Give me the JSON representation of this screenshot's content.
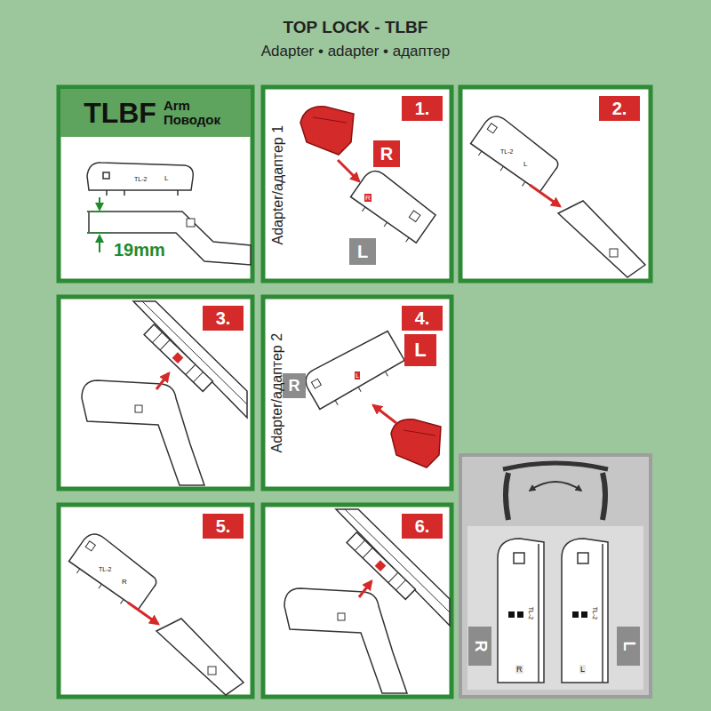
{
  "diagram": {
    "title": "TOP LOCK - TLBF",
    "nodes": [
      {
        "text": [
          "TLBF",
          "Arm Поводок"
        ]
      },
      {
        "text": [
          "1."
        ]
      },
      {
        "text": [
          "R"
        ]
      },
      {
        "text": [
          "L"
        ]
      },
      {
        "text": [
          "2."
        ]
      },
      {
        "text": [
          "3."
        ]
      },
      {
        "text": [
          "4."
        ]
      },
      {
        "text": [
          "R"
        ]
      },
      {
        "text": [
          "L"
        ]
      },
      {
        "text": [
          "5."
        ]
      },
      {
        "text": [
          "6."
        ]
      },
      {
        "text": [
          "R"
        ]
      },
      {
        "text": [
          "L"
        ]
      }
    ],
    "labels": [
      "Adapter • adapter • адаптер",
      "TL-2",
      "L",
      "19mm",
      "Adapter/адаптер 1",
      "R",
      "TL-2",
      "L",
      "Adapter/адаптер 2",
      "L",
      "TL-2",
      "R",
      "TL-2",
      "R",
      "TL-2",
      "L"
    ]
  }
}
